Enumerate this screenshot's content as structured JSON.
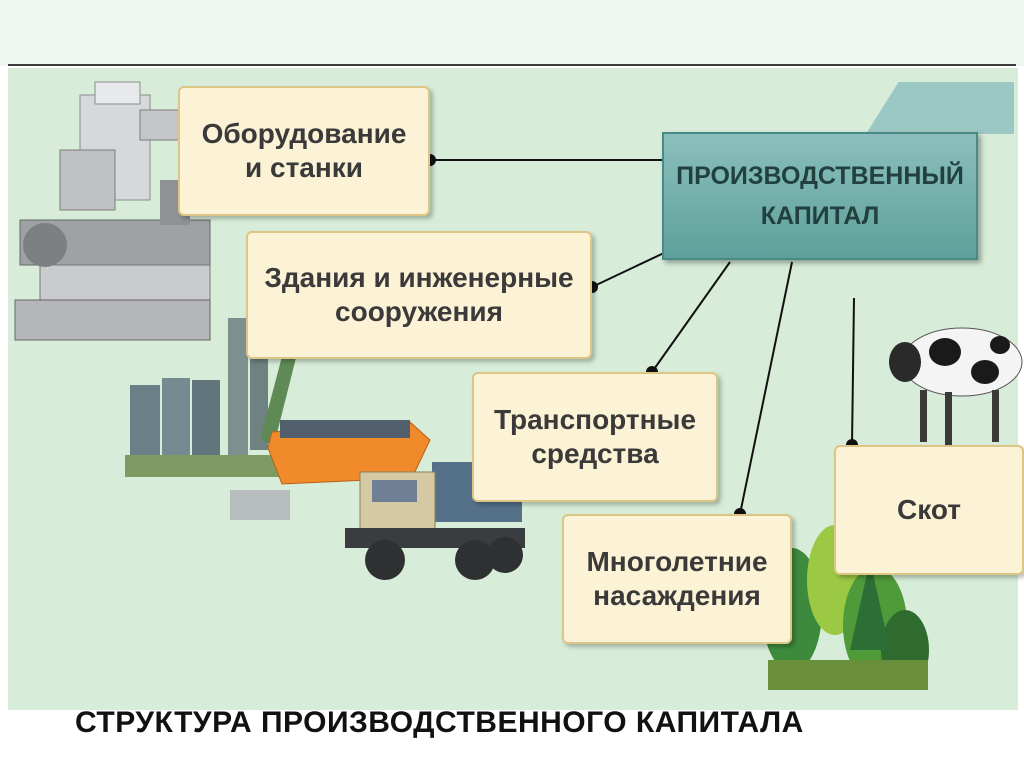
{
  "diagram": {
    "center": "ПРОИЗВОДСТВЕННЫЙ\nКАПИТАЛ",
    "nodes": [
      {
        "id": "equipment",
        "label": "Оборудование\nи станки",
        "icon": "machine-tool-icon"
      },
      {
        "id": "buildings",
        "label": "Здания и инженерные\nсооружения",
        "icon": "industrial-plant-icon"
      },
      {
        "id": "transport",
        "label": "Транспортные\nсредства",
        "icon": "truck-icon"
      },
      {
        "id": "plantations",
        "label": "Многолетние\nнасаждения",
        "icon": "trees-icon"
      },
      {
        "id": "livestock",
        "label": "Скот",
        "icon": "cow-icon"
      }
    ]
  },
  "caption": "СТРУКТУРА ПРОИЗВОДСТВЕННОГО КАПИТАЛА",
  "colors": {
    "background": "#d7edd9",
    "box": "#fcf2d5",
    "center": "#6aa8a4",
    "connector": "#111111"
  }
}
